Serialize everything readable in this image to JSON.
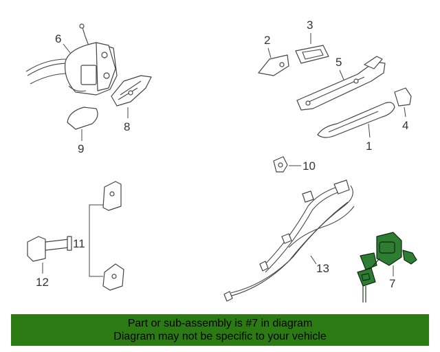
{
  "diagram": {
    "callouts": [
      "1",
      "2",
      "3",
      "4",
      "5",
      "6",
      "7",
      "8",
      "9",
      "10",
      "11",
      "12",
      "13"
    ],
    "highlighted_part": "7",
    "highlight_color": "#2e7d32"
  },
  "banner": {
    "line1": "Part or sub-assembly is #7 in diagram",
    "line2": "Diagram may not be specific to your vehicle",
    "color": "#2b7a14"
  }
}
